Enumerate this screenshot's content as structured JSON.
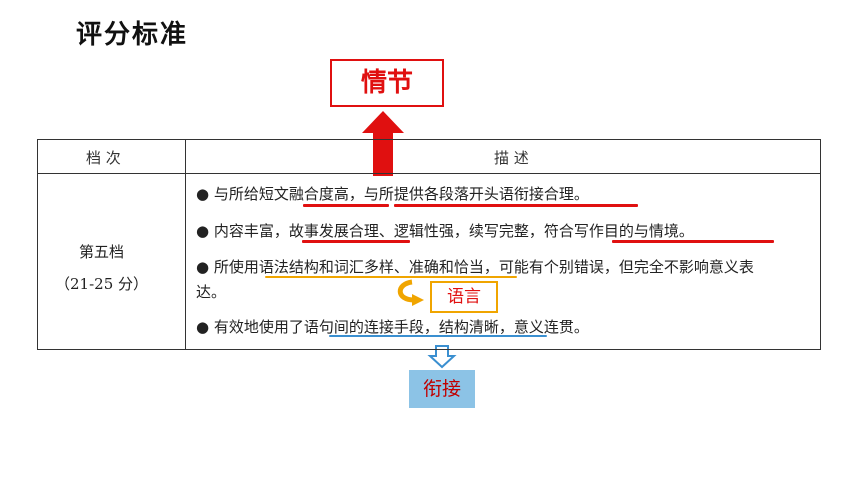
{
  "title": "评分标准",
  "annotations": {
    "plot": "情节",
    "language": "语言",
    "cohesion": "衔接"
  },
  "table": {
    "header_level": "档  次",
    "header_desc": "描  述",
    "level_name": "第五档",
    "level_score": "（21-25 分）",
    "items": [
      "● 与所给短文融合度高，与所提供各段落开头语衔接合理。",
      "● 内容丰富，故事发展合理、逻辑性强，续写完整，符合写作目的与情境。",
      "● 所使用语法结构和词汇多样、准确和恰当，可能有个别错误，但完全不影响意义表",
      "达。",
      "● 有效地使用了语句间的连接手段，结构清晰，意义连贯。"
    ]
  },
  "colors": {
    "red": "#e01010",
    "orange": "#f0a500",
    "blue": "#3a8fd0",
    "light_blue_box": "#8cc3e6"
  }
}
